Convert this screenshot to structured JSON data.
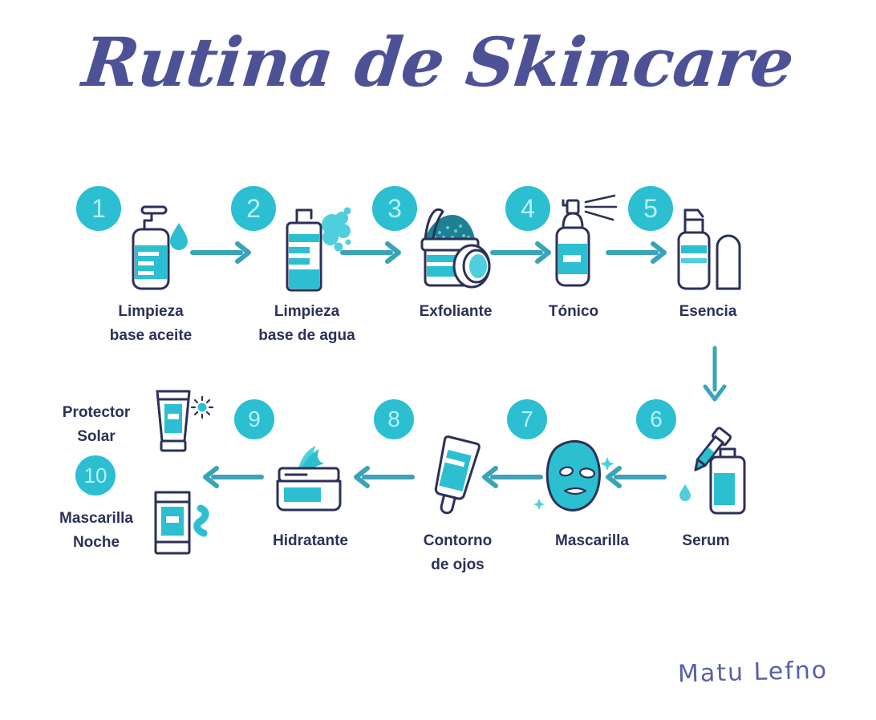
{
  "title": "Rutina de Skincare",
  "signature": "Matu Lefno",
  "colors": {
    "teal": "#2bbfd1",
    "teal_light": "#5fd3e0",
    "teal_dark": "#1f7f93",
    "arrow": "#3ba3b8",
    "navy": "#2b3157",
    "title_purple": "#4d5297",
    "background": "#ffffff"
  },
  "steps": [
    {
      "number": "1",
      "label": "Limpieza\nbase aceite",
      "icon": "pump-bottle-with-droplet-icon"
    },
    {
      "number": "2",
      "label": "Limpieza\nbase de agua",
      "icon": "cleanser-bottle-with-foam-icon"
    },
    {
      "number": "3",
      "label": "Exfoliante",
      "icon": "scrub-jar-with-lid-icon"
    },
    {
      "number": "4",
      "label": "Tónico",
      "icon": "spray-bottle-icon"
    },
    {
      "number": "5",
      "label": "Esencia",
      "icon": "essence-pump-bottle-with-cap-icon"
    },
    {
      "number": "6",
      "label": "Serum",
      "icon": "dropper-pipette-with-bottle-icon"
    },
    {
      "number": "7",
      "label": "Mascarilla",
      "icon": "sheet-mask-face-icon"
    },
    {
      "number": "8",
      "label": "Contorno\nde ojos",
      "icon": "eye-cream-tube-icon"
    },
    {
      "number": "9",
      "label": "Hidratante",
      "icon": "moisturizer-jar-icon"
    },
    {
      "number": "10",
      "label_top": "Protector\nSolar",
      "label_bottom": "Mascarilla\nNoche",
      "icon_top": "sunscreen-tube-with-sun-icon",
      "icon_bottom": "night-mask-tube-icon"
    }
  ],
  "arrows": {
    "row1_direction": "right",
    "row2_direction": "left",
    "connector_direction": "down",
    "count_row1": 4,
    "count_row2": 4
  }
}
